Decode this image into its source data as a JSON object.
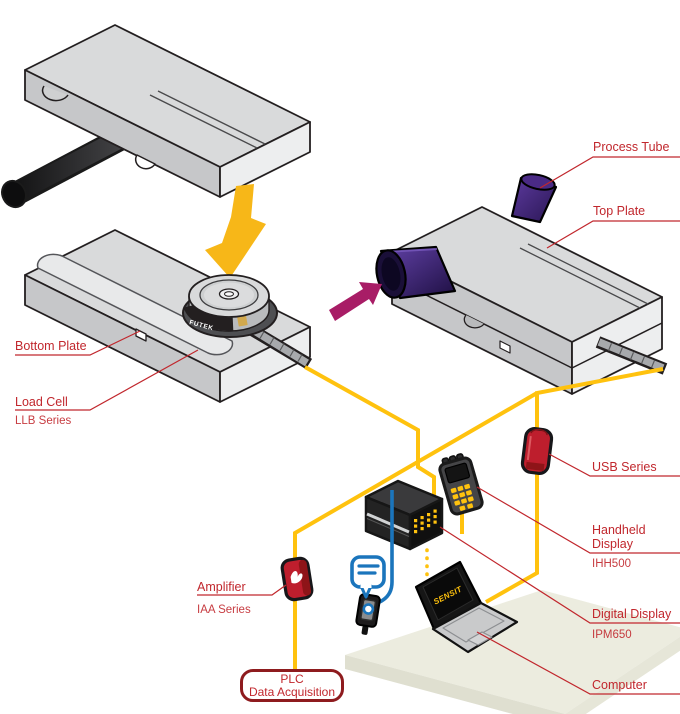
{
  "diagram": {
    "labels": {
      "process_tube": "Process Tube",
      "top_plate": "Top Plate",
      "bottom_plate": "Bottom Plate",
      "load_cell": "Load Cell",
      "load_cell_series": "LLB Series",
      "usb_series": "USB Series",
      "handheld_display": "Handheld Display",
      "handheld_model": "IHH500",
      "digital_display": "Digital Display",
      "digital_display_model": "IPM650",
      "computer": "Computer",
      "amplifier": "Amplifier",
      "amplifier_series": "IAA Series",
      "plc_line1": "PLC",
      "plc_line2": "Data Acquisition"
    },
    "device_text": {
      "load_cell_brand": "FUTEK",
      "laptop_screen_logo": "SENSIT"
    },
    "colors": {
      "label_red": "#C1272D",
      "device_red": "#BE1E2D",
      "cable_yellow": "#FFC20E",
      "arrow_yellow": "#F7B718",
      "force_arrow_magenta": "#A81D66",
      "tube_purple": "#3B2470",
      "link_blue": "#1B75BC",
      "plate_grey": "#D9DADB",
      "platform_cream": "#ECECDF"
    }
  }
}
